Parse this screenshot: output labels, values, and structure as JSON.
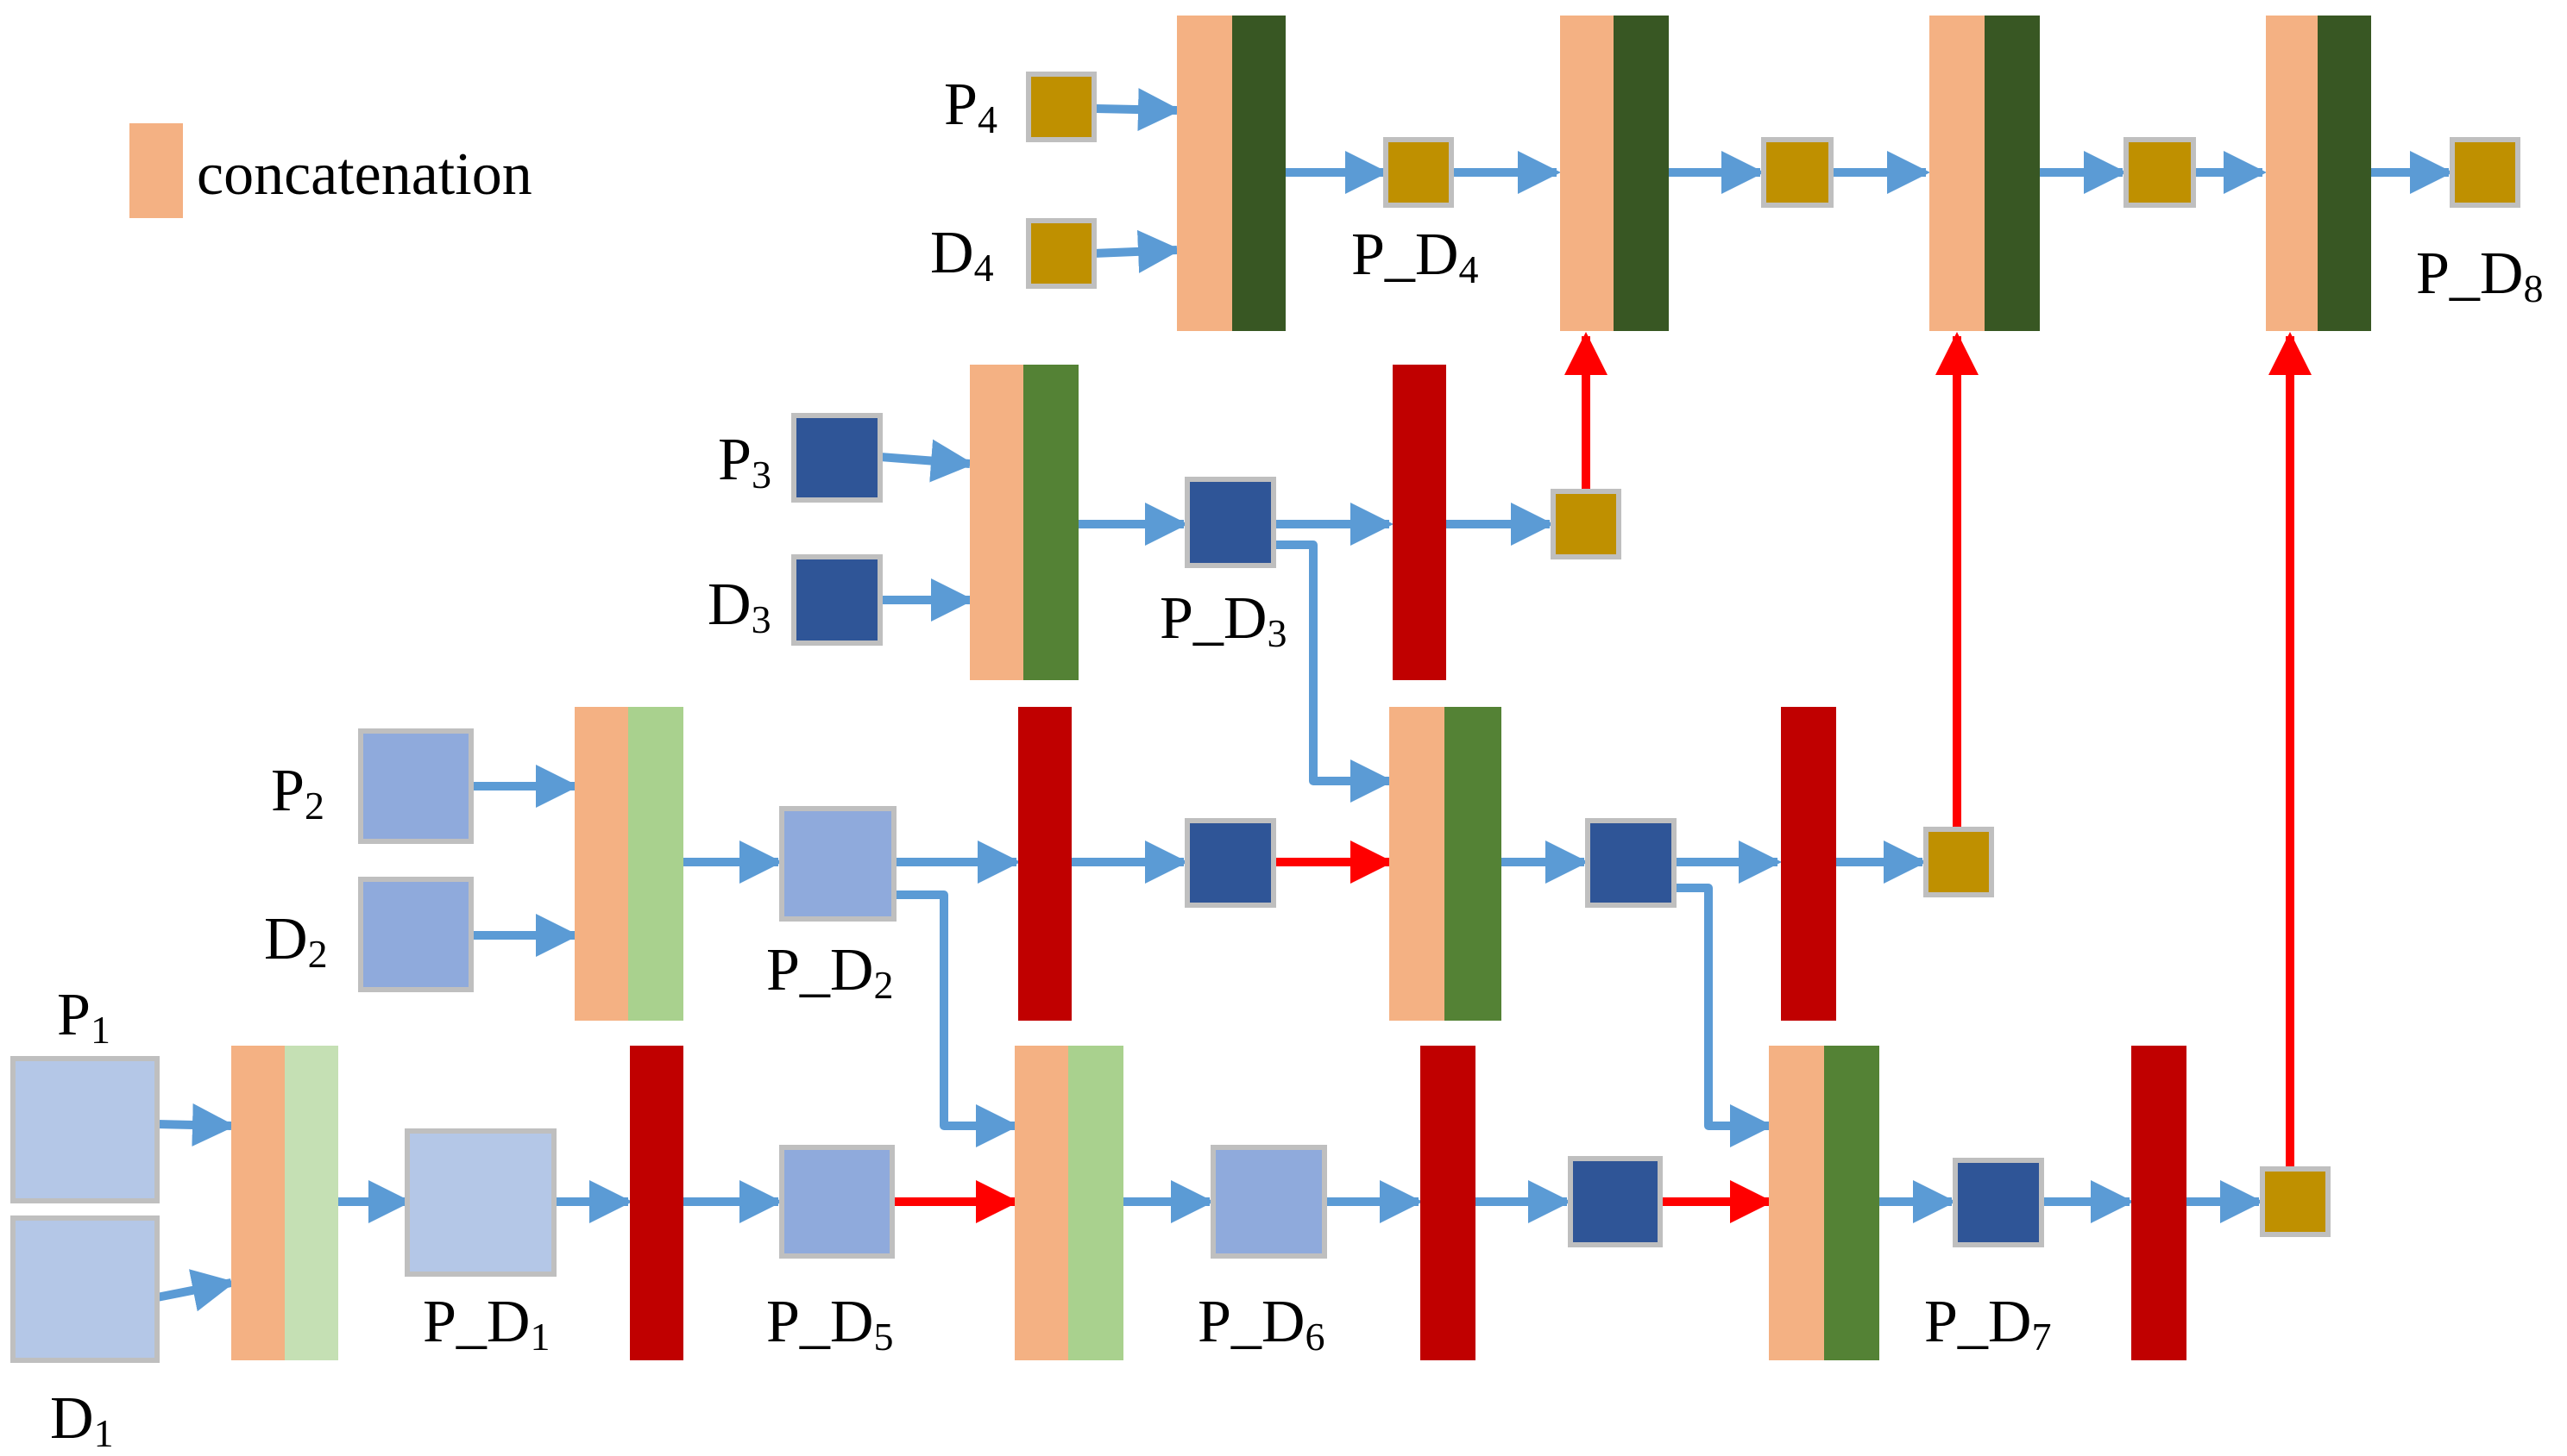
{
  "colors": {
    "concat": "#F4B183",
    "green_1": "#C5E0B4",
    "green_2": "#A9D18E",
    "green_3": "#548235",
    "green_4": "#385723",
    "red_block": "#C00000",
    "blue_1": "#B4C7E7",
    "blue_2": "#8FAADC",
    "blue_3": "#2F5597",
    "gold": "#BF9000",
    "box_border": "#BFBFBF",
    "arrow_blue": "#5B9BD5",
    "arrow_red": "#FF0000"
  },
  "legend": {
    "label": "concatenation"
  },
  "labels": {
    "p1": {
      "main": "P",
      "sub": "1"
    },
    "d1": {
      "main": "D",
      "sub": "1"
    },
    "p2": {
      "main": "P",
      "sub": "2"
    },
    "d2": {
      "main": "D",
      "sub": "2"
    },
    "p3": {
      "main": "P",
      "sub": "3"
    },
    "d3": {
      "main": "D",
      "sub": "3"
    },
    "p4": {
      "main": "P",
      "sub": "4"
    },
    "d4": {
      "main": "D",
      "sub": "4"
    },
    "pd1": {
      "main": "P_D",
      "sub": "1"
    },
    "pd2": {
      "main": "P_D",
      "sub": "2"
    },
    "pd3": {
      "main": "P_D",
      "sub": "3"
    },
    "pd4": {
      "main": "P_D",
      "sub": "4"
    },
    "pd5": {
      "main": "P_D",
      "sub": "5"
    },
    "pd6": {
      "main": "P_D",
      "sub": "6"
    },
    "pd7": {
      "main": "P_D",
      "sub": "7"
    },
    "pd8": {
      "main": "P_D",
      "sub": "8"
    }
  }
}
